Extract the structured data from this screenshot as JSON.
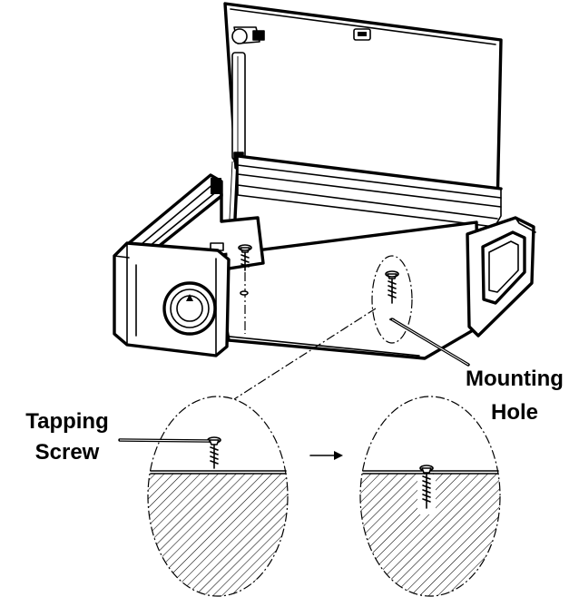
{
  "labels": {
    "mounting_hole": [
      "Mounting",
      "Hole"
    ],
    "tapping_screw": [
      "Tapping",
      "Screw"
    ]
  },
  "colors": {
    "ink": "#000000",
    "background": "#ffffff"
  },
  "icons": {
    "transition_arrow": "right-arrow-icon"
  }
}
